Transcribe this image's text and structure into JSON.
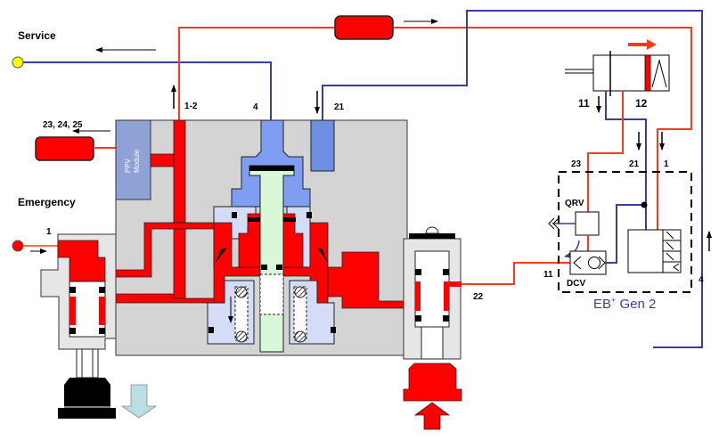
{
  "labels": {
    "service": "Service",
    "emergency": "Emergency",
    "port_1_2": "1-2",
    "port_4_top": "4",
    "port_21_top": "21",
    "port_23_24_25": "23, 24, 25",
    "port_1_left": "1",
    "ppv_module_line1": "PPV",
    "ppv_module_line2": "Module",
    "port_22": "22",
    "port_11_actuator": "11",
    "port_12_actuator": "12",
    "port_23_eb": "23",
    "port_21_eb": "21",
    "port_1_eb": "1",
    "qrv": "QRV",
    "dcv": "DCV",
    "port_11_eb": "11",
    "port_4_eb": "4",
    "eb_title_main": "EB",
    "eb_title_sup": "+",
    "eb_title_rest": " Gen 2"
  },
  "colors": {
    "supply_line": "#ff3a1a",
    "control_line": "#3a3ea0",
    "pressure_fill": "#ff0000",
    "control_fill": "#7f9ef2",
    "exhaust_fill": "#d4dcf8",
    "body_fill": "#d4d4d4",
    "ppv_fill": "#8ea2d6",
    "piston_fill": "#d8f8d8",
    "service_port": "#ffff00",
    "emergency_port": "#ff0000",
    "exhaust_arrow": "#b8dfe2",
    "eb_title": "#3a3ea0"
  }
}
